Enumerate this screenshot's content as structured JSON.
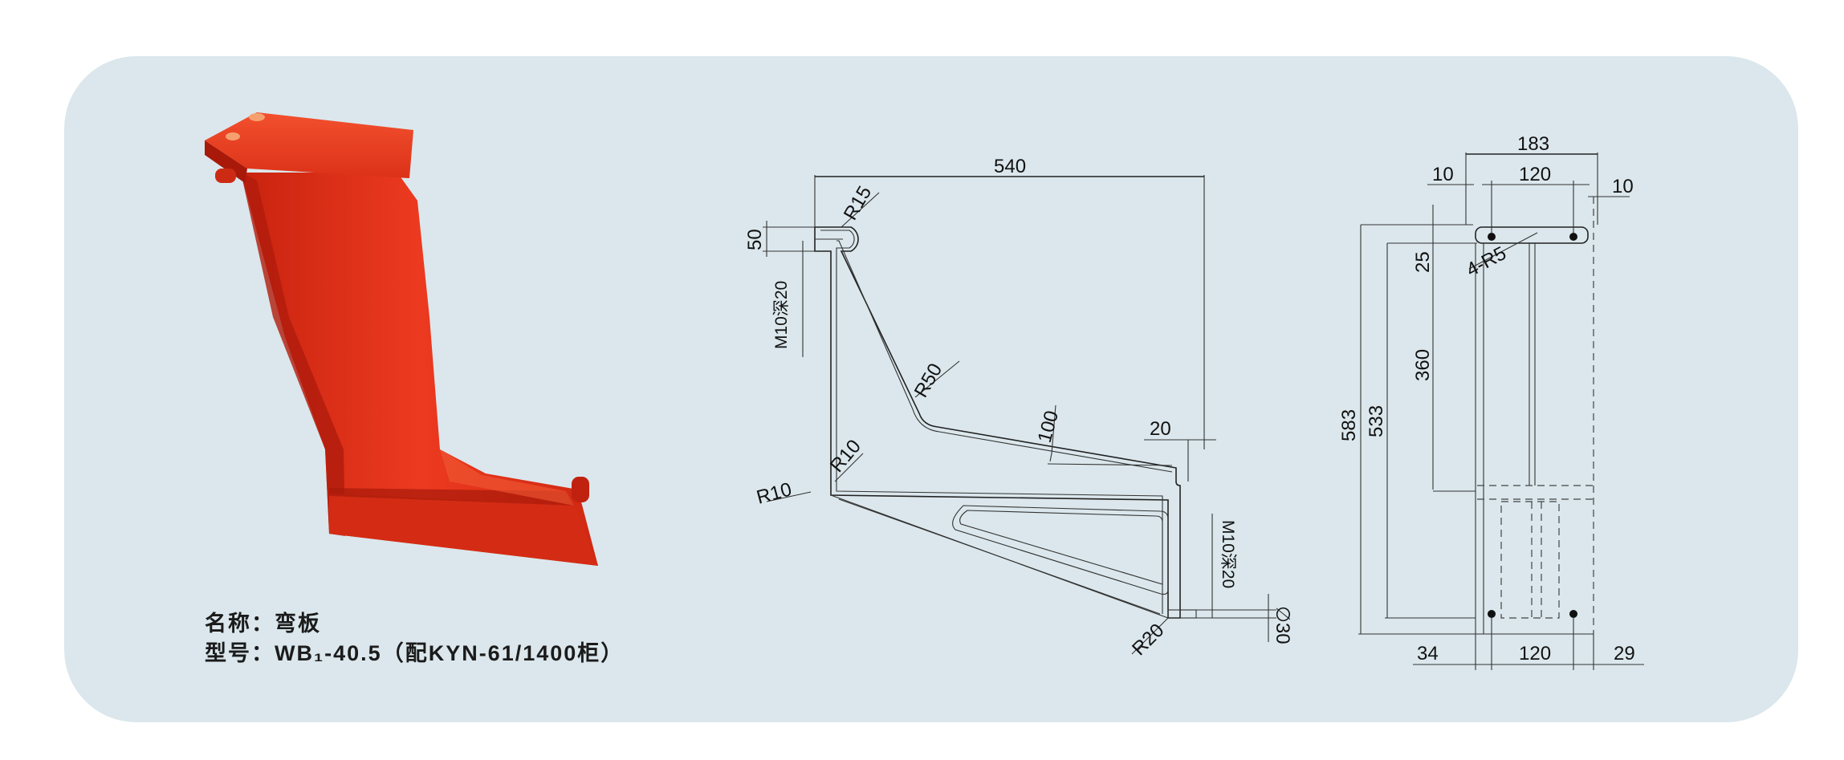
{
  "caption": {
    "name_line": "名称：弯板",
    "model_line": "型号：WB₁-40.5（配KYN-61/1400柜）"
  },
  "side_view": {
    "width": "540",
    "top_height": "50",
    "r_top": "R15",
    "hole_top": "M10深20",
    "r_mid": "R50",
    "depth": "100",
    "offset": "20",
    "r_inner": "R10",
    "r_corner": "R10",
    "hole_bottom": "M10深20",
    "r_bottom": "R20",
    "diameter": "∅30"
  },
  "front_view": {
    "width_total": "183",
    "edge_left": "10",
    "hole_spacing_top": "120",
    "edge_right": "10",
    "hole_label": "4-R5",
    "dim_25": "25",
    "dim_360": "360",
    "height_total": "583",
    "height_inner": "533",
    "bottom_left": "34",
    "hole_spacing_bottom": "120",
    "bottom_right": "29"
  },
  "colors": {
    "panel": "#dbe7ec",
    "part_red": "#e8321c",
    "part_dark": "#b41e0e",
    "line": "#222222"
  }
}
